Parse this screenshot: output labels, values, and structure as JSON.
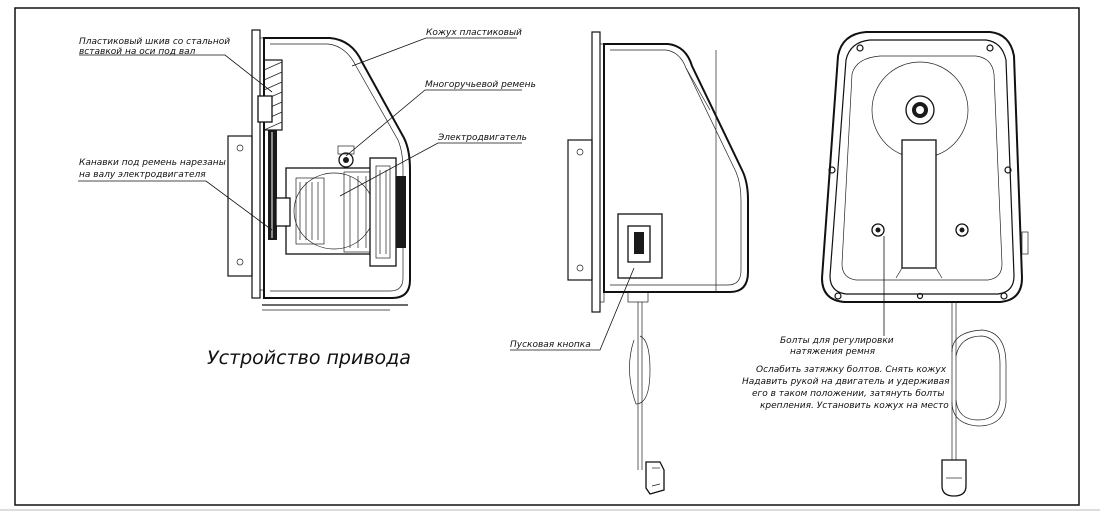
{
  "title": "Устройство привода",
  "labels": {
    "casing": "Кожух пластиковый",
    "pulley_line1": "Пластиковый шкив со стальной",
    "pulley_line2": "вставкой на оси под вал",
    "belt": "Многоручьевой ремень",
    "motor": "Электродвигатель",
    "grooves_line1": "Канавки под ремень нарезаны",
    "grooves_line2": "на валу электродвигателя",
    "start_button": "Пусковая кнопка",
    "bolts_line1": "Болты для регулировки",
    "bolts_line2": "натяжения ремня",
    "instr_line1": "Ослабить затяжку болтов. Снять кожух",
    "instr_line2": "Надавить рукой на двигатель и удерживая",
    "instr_line3": "его в таком положении, затянуть болты",
    "instr_line4": "крепления. Установить кожух на место"
  }
}
